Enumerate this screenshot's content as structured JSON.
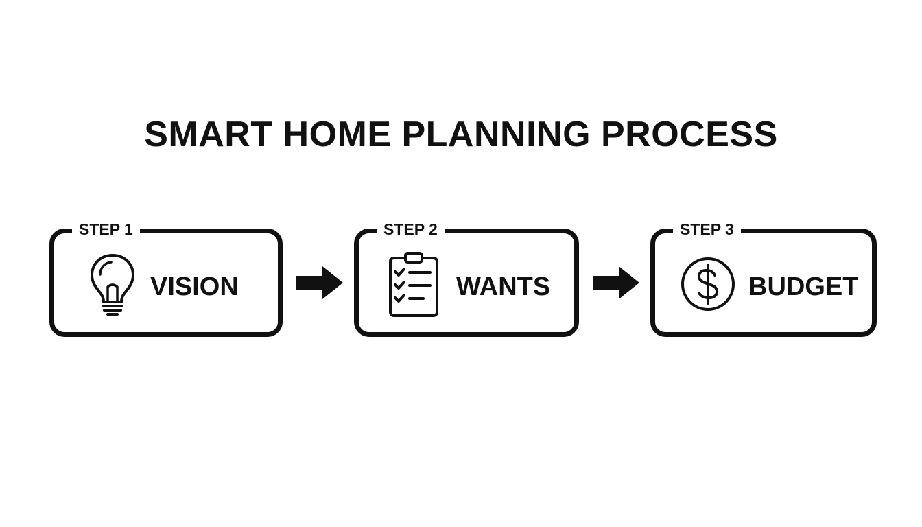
{
  "title": "SMART HOME PLANNING PROCESS",
  "steps": [
    {
      "label": "STEP 1",
      "name": "VISION",
      "icon": "lightbulb-icon"
    },
    {
      "label": "STEP 2",
      "name": "WANTS",
      "icon": "clipboard-checklist-icon"
    },
    {
      "label": "STEP 3",
      "name": "BUDGET",
      "icon": "dollar-coin-icon"
    }
  ],
  "colors": {
    "ink": "#111111",
    "background": "#ffffff"
  }
}
